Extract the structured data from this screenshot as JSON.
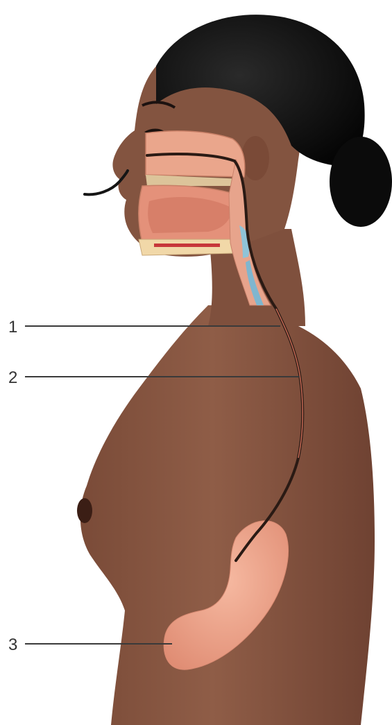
{
  "callouts": [
    {
      "label": "1"
    },
    {
      "label": "2"
    },
    {
      "label": "3"
    }
  ],
  "colors": {
    "skin": "#8a5a45",
    "skin_shadow": "#6e4434",
    "hair": "#0e0e0e",
    "tissue": "#e29a80",
    "stomach": "#f0a58c",
    "tube": "#2a1a14",
    "leader_line": "#3a3a3a"
  },
  "icons": [
    "nasogastric-tube-illustration"
  ]
}
